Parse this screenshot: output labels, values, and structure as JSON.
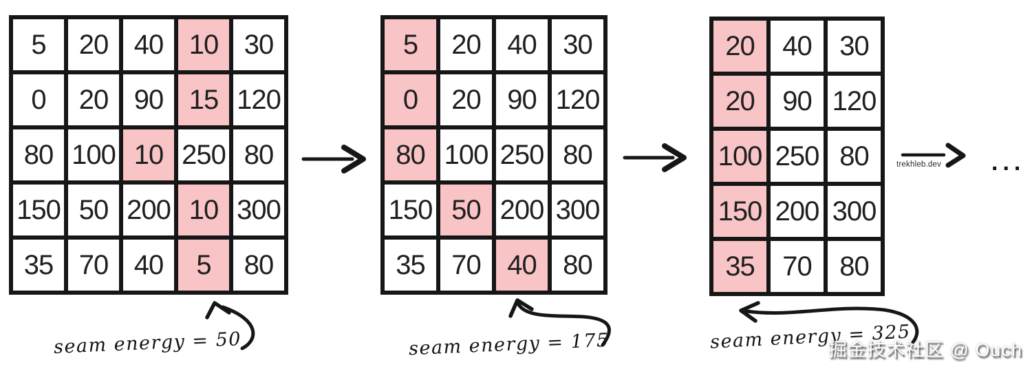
{
  "figure": {
    "description": "seam carving steps",
    "grids": [
      {
        "name": "step-1",
        "columns": 5,
        "cells": [
          [
            5,
            20,
            40,
            10,
            30
          ],
          [
            0,
            20,
            90,
            15,
            120
          ],
          [
            80,
            100,
            10,
            250,
            80
          ],
          [
            150,
            50,
            200,
            10,
            300
          ],
          [
            35,
            70,
            40,
            5,
            80
          ]
        ],
        "highlighted": [
          [
            0,
            3
          ],
          [
            1,
            3
          ],
          [
            2,
            2
          ],
          [
            3,
            3
          ],
          [
            4,
            3
          ]
        ],
        "caption": "seam energy = 50"
      },
      {
        "name": "step-2",
        "columns": 4,
        "cells": [
          [
            5,
            20,
            40,
            30
          ],
          [
            0,
            20,
            90,
            120
          ],
          [
            80,
            100,
            250,
            80
          ],
          [
            150,
            50,
            200,
            300
          ],
          [
            35,
            70,
            40,
            80
          ]
        ],
        "highlighted": [
          [
            0,
            0
          ],
          [
            1,
            0
          ],
          [
            2,
            0
          ],
          [
            3,
            1
          ],
          [
            4,
            2
          ]
        ],
        "caption": "seam energy = 175"
      },
      {
        "name": "step-3",
        "columns": 3,
        "cells": [
          [
            20,
            40,
            30
          ],
          [
            20,
            90,
            120
          ],
          [
            100,
            250,
            80
          ],
          [
            150,
            200,
            300
          ],
          [
            35,
            70,
            80
          ]
        ],
        "highlighted": [
          [
            0,
            0
          ],
          [
            1,
            0
          ],
          [
            2,
            0
          ],
          [
            3,
            0
          ],
          [
            4,
            0
          ]
        ],
        "caption": "seam energy = 325"
      }
    ],
    "watermark_site": "trekhleb.dev",
    "ellipsis": "...",
    "watermark_community": "掘金技术社区 @ Ouch",
    "colors": {
      "highlight": "#f8c4c6",
      "line": "#161616",
      "text": "#1f1f1f",
      "watermark_text": "#ffffff"
    }
  }
}
